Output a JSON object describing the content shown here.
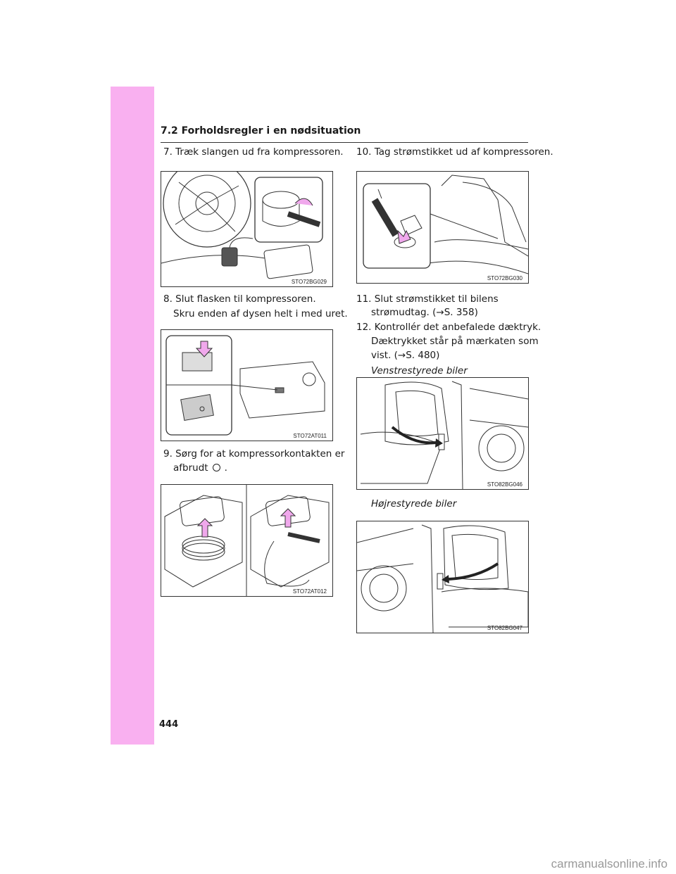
{
  "section": {
    "title": "7.2  Forholdsregler i en nødsituation"
  },
  "left_column": {
    "step7": "7. Træk slangen ud fra kompressoren.",
    "fig1_code": "STO72BG029",
    "step8": "8. Slut flasken til kompressoren.",
    "step8_sub": "Skru enden af dysen helt i med uret.",
    "fig2_code": "STO72AT011",
    "step9_line1": "9. Sørg for at kompressorkontakten er",
    "step9_line2": "afbrudt",
    "step9_end": ".",
    "fig3_code": "STO72AT012"
  },
  "right_column": {
    "step10": "10. Tag strømstikket ud af kompressoren.",
    "fig4_code": "STO72BG030",
    "step11_line1": "11. Slut strømstikket til bilens",
    "step11_line2": "strømudtag. (→S. 358)",
    "step12": "12. Kontrollér det anbefalede dæktryk.",
    "step12_sub1": "Dæktrykket står på mærkaten som",
    "step12_sub2": "vist. (→S. 480)",
    "lhd_label": "Venstrestyrede biler",
    "fig5_code": "STO82BG046",
    "rhd_label": "Højrestyrede biler",
    "fig6_code": "STO82BG047"
  },
  "page_number": "444",
  "watermark": "carmanualsonline.info",
  "colors": {
    "sidebar": "#f9b0f0",
    "arrow_fill": "#f0a8ec"
  },
  "icons": {
    "off_switch": "circle-off-icon"
  }
}
